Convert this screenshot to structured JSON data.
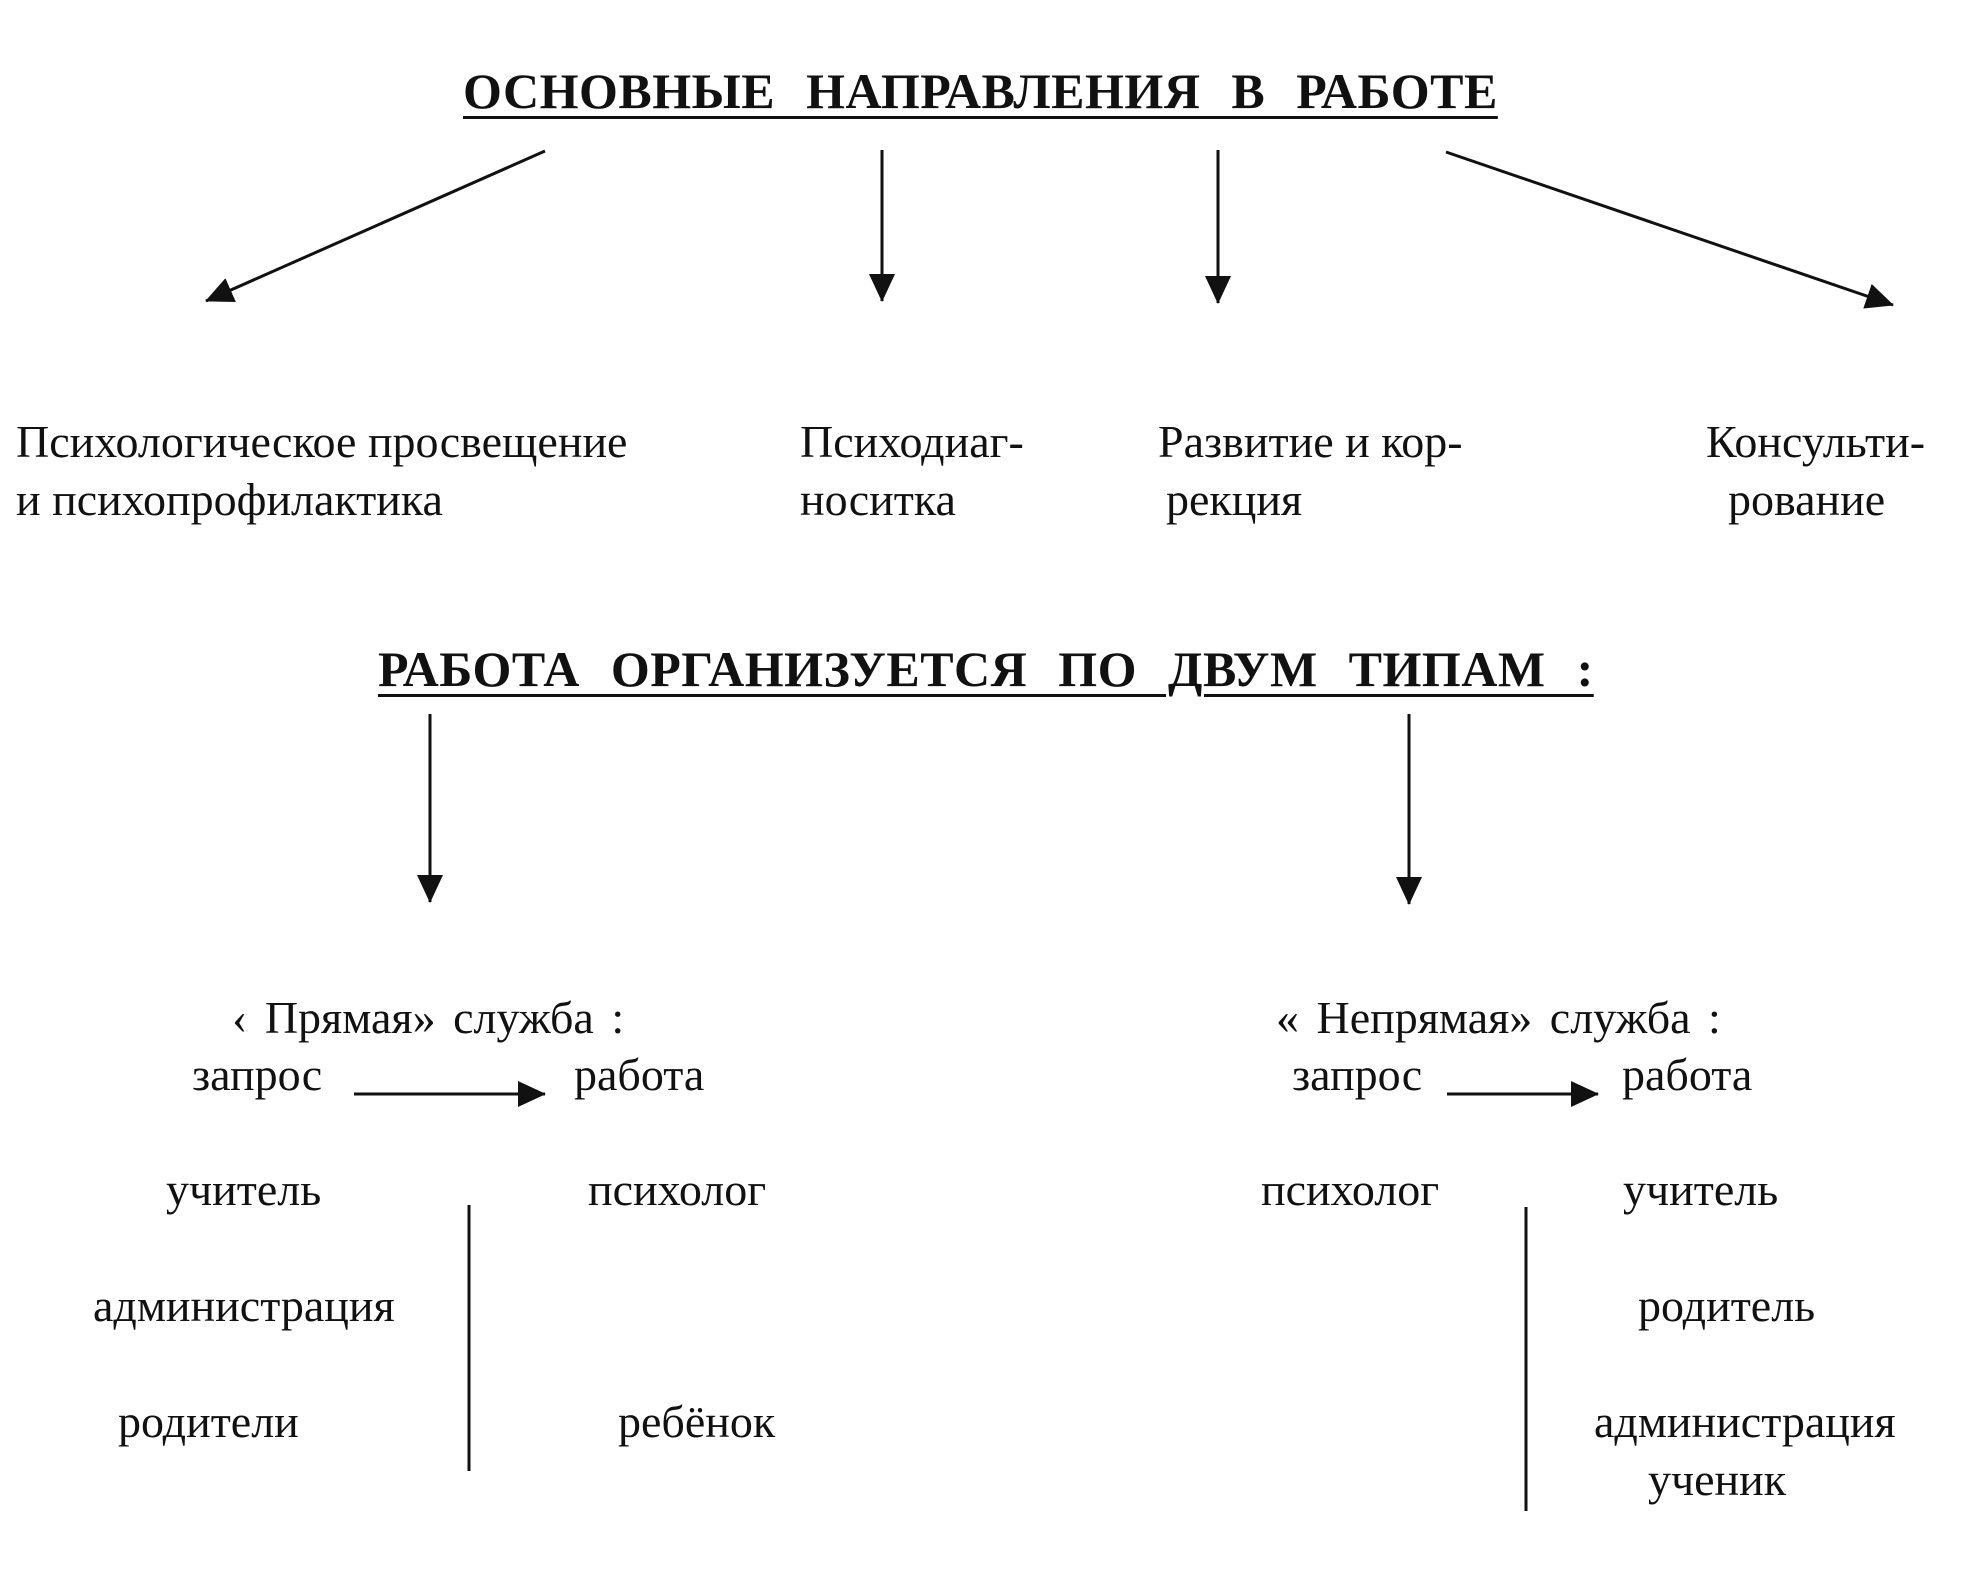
{
  "heading_main": "ОСНОВНЫЕ НАПРАВЛЕНИЯ В РАБОТЕ",
  "directions": [
    {
      "line1": "Психологическое просвещение",
      "line2": "и психопрофилактика"
    },
    {
      "line1": "Психодиаг-",
      "line2": "носитка"
    },
    {
      "line1": "Развитие и кор-",
      "line2": "рекция"
    },
    {
      "line1": "Консульти-",
      "line2": "рование"
    }
  ],
  "heading_types": "РАБОТА ОРГАНИЗУЕТСЯ ПО ДВУМ ТИПАМ :",
  "direct_service": {
    "title": "‹ Прямая» служба :",
    "request": "запрос",
    "work": "работа",
    "left": [
      "учитель",
      "администрация",
      "родители"
    ],
    "right": [
      "психолог",
      "ребёнок"
    ]
  },
  "indirect_service": {
    "title": "« Непрямая» служба :",
    "request": "запрос",
    "work": "работа",
    "left": [
      "психолог"
    ],
    "right": [
      "учитель",
      "родитель",
      "администрация",
      "ученик"
    ]
  }
}
